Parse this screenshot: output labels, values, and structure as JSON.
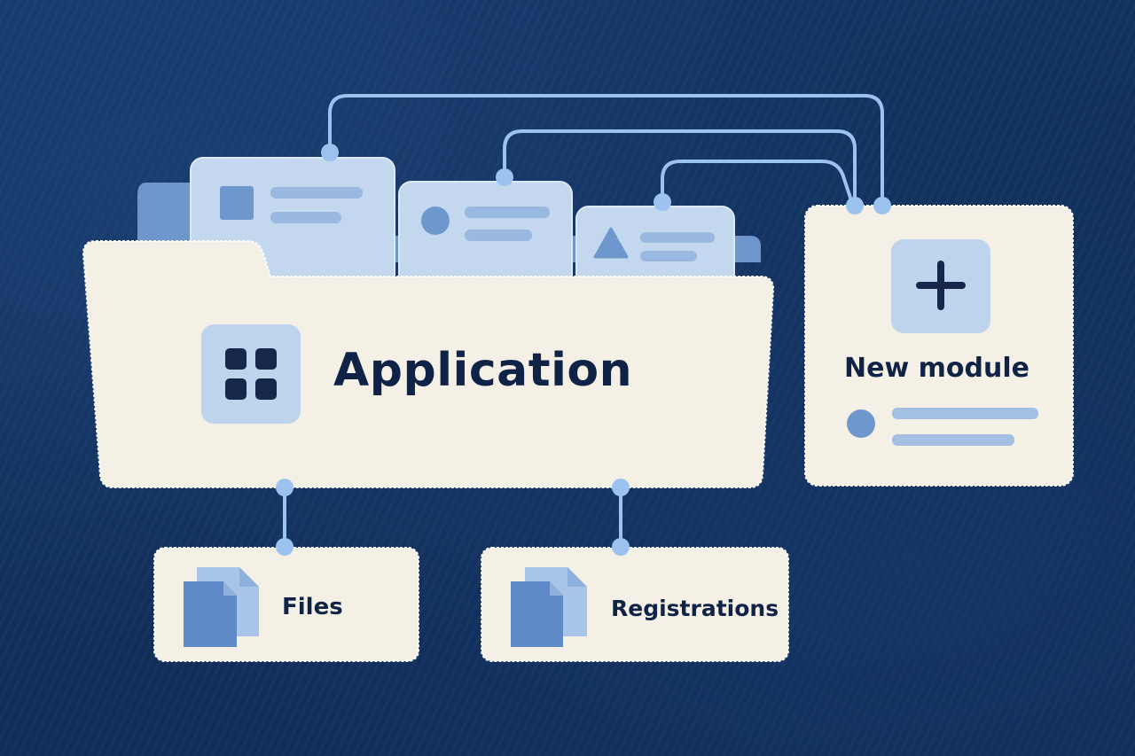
{
  "diagram": {
    "main_folder": {
      "label": "Application",
      "icon": "grid-icon"
    },
    "new_module": {
      "label": "New module",
      "icon": "plus-icon"
    },
    "children": [
      {
        "label": "Files",
        "icon": "documents-icon"
      },
      {
        "label": "Registrations",
        "icon": "documents-icon"
      }
    ],
    "tab_cards": [
      {
        "icon": "square-icon"
      },
      {
        "icon": "circle-icon"
      },
      {
        "icon": "triangle-icon"
      }
    ]
  },
  "colors": {
    "background": "#123464",
    "paper": "#f5f0e6",
    "card_blue": "#bcd2ec",
    "accent_blue": "#5e8ac7",
    "connector": "#9cc3ef",
    "text": "#0f2347"
  }
}
